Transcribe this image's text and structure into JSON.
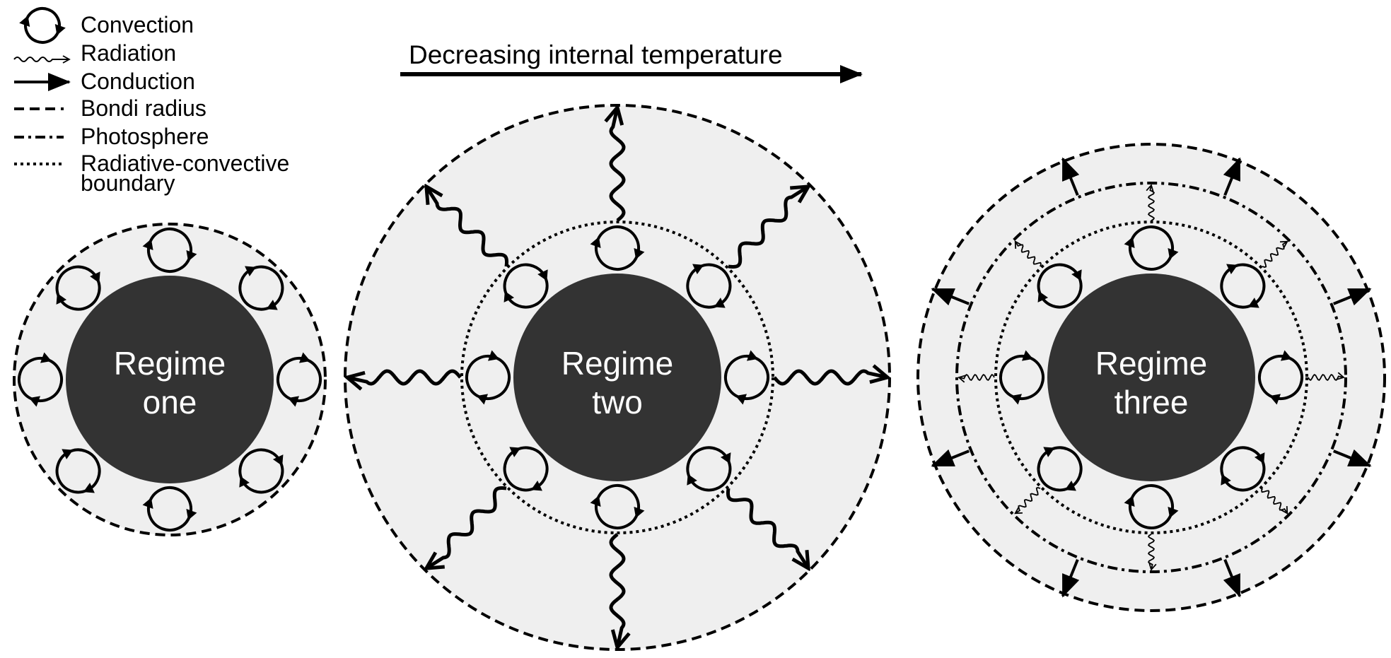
{
  "title": "Decreasing internal temperature",
  "legend": [
    {
      "symbol": "convection",
      "label": "Convection"
    },
    {
      "symbol": "radiation",
      "label": "Radiation"
    },
    {
      "symbol": "conduction",
      "label": "Conduction"
    },
    {
      "symbol": "bondi-radius",
      "label": "Bondi radius"
    },
    {
      "symbol": "photosphere",
      "label": "Photosphere"
    },
    {
      "symbol": "radiative-convective-boundary",
      "label": "Radiative-convective",
      "label_line2": "boundary"
    }
  ],
  "regimes": [
    {
      "line1": "Regime",
      "line2": "one"
    },
    {
      "line1": "Regime",
      "line2": "two"
    },
    {
      "line1": "Regime",
      "line2": "three"
    }
  ],
  "colors": {
    "core": "#333333",
    "envelope": "#efefef",
    "ink": "#000000",
    "background": "#ffffff"
  },
  "icons": {
    "convection": "circular-arrows-icon",
    "radiation": "wavy-arrow-icon",
    "conduction": "straight-arrow-icon"
  }
}
